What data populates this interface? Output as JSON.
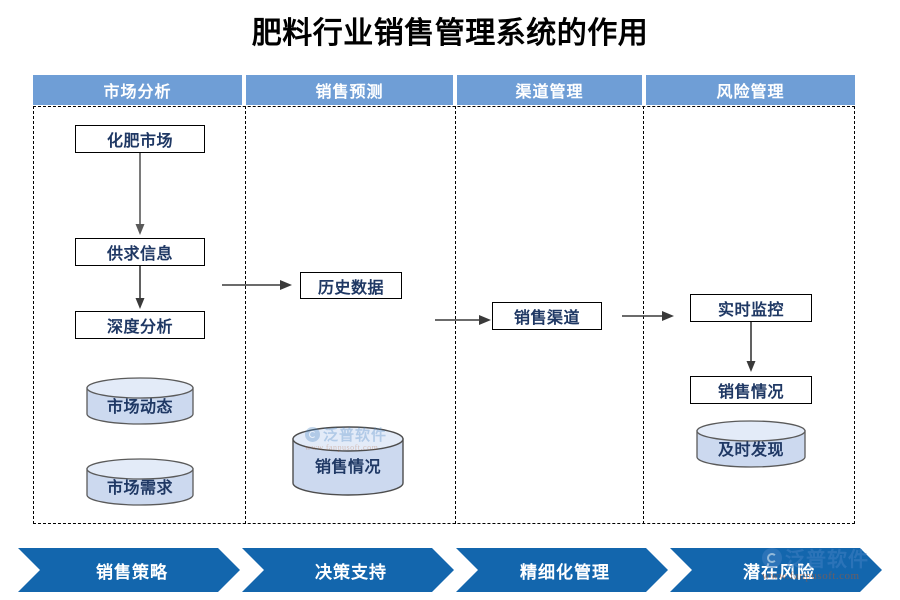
{
  "title": "肥料行业销售管理系统的作用",
  "lanes": [
    {
      "header": "市场分析"
    },
    {
      "header": "销售预测"
    },
    {
      "header": "渠道管理"
    },
    {
      "header": "风险管理"
    }
  ],
  "nodes": {
    "market_lane": {
      "box_1": "化肥市场",
      "box_2": "供求信息",
      "box_3": "深度分析",
      "store_1": "市场动态",
      "store_2": "市场需求"
    },
    "forecast_lane": {
      "box_1": "历史数据",
      "store_1": "销售情况"
    },
    "channel_lane": {
      "box_1": "销售渠道"
    },
    "risk_lane": {
      "box_1": "实时监控",
      "box_2": "销售情况",
      "store_1": "及时发现"
    }
  },
  "outcomes": [
    "销售策略",
    "决策支持",
    "精细化管理",
    "潜在风险"
  ],
  "watermark": {
    "brand": "泛普软件",
    "url": "www.fanpusoft.com"
  },
  "colors": {
    "header_blue": "#6f9ed6",
    "chevron_blue": "#1366ad",
    "node_text": "#1f3864",
    "cylinder_fill": "#ccd9ef",
    "title_black": "#000000"
  }
}
